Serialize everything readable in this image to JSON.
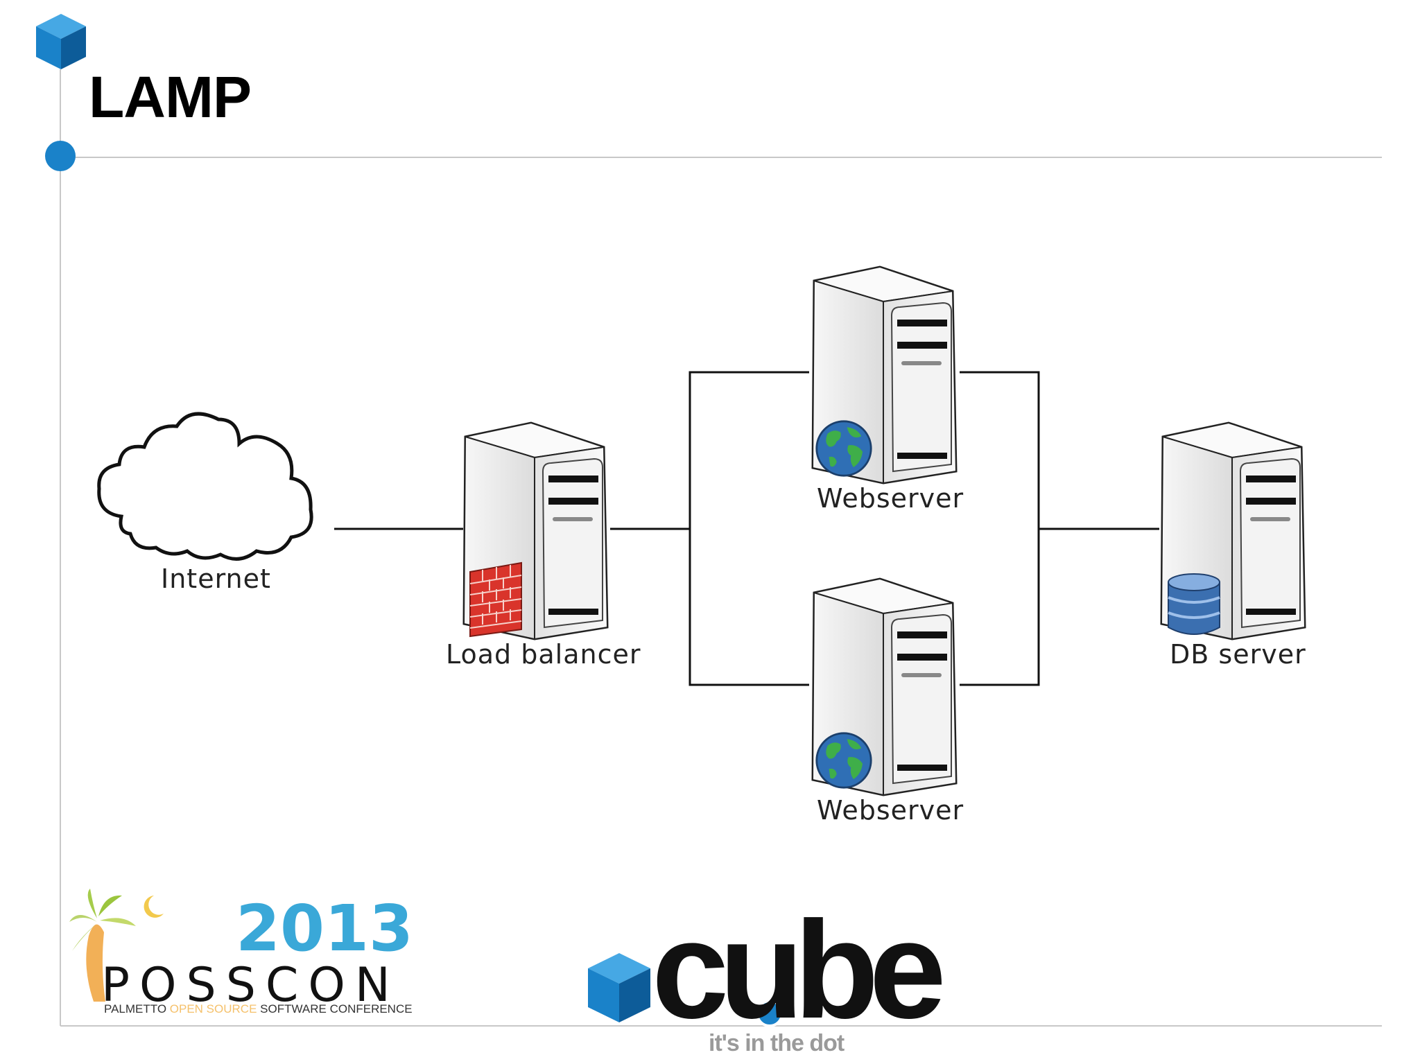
{
  "slide": {
    "title": "LAMP"
  },
  "diagram": {
    "nodes": [
      {
        "id": "internet",
        "label": "Internet",
        "icon": "cloud-icon"
      },
      {
        "id": "load-balancer",
        "label": "Load balancer",
        "icon": "server-firewall-icon"
      },
      {
        "id": "webserver-1",
        "label": "Webserver",
        "icon": "server-globe-icon"
      },
      {
        "id": "webserver-2",
        "label": "Webserver",
        "icon": "server-globe-icon"
      },
      {
        "id": "db-server",
        "label": "DB server",
        "icon": "server-database-icon"
      }
    ],
    "edges": [
      {
        "from": "internet",
        "to": "load-balancer"
      },
      {
        "from": "load-balancer",
        "to": "webserver-1"
      },
      {
        "from": "load-balancer",
        "to": "webserver-2"
      },
      {
        "from": "webserver-1",
        "to": "db-server"
      },
      {
        "from": "webserver-2",
        "to": "db-server"
      }
    ]
  },
  "footer": {
    "posscon": {
      "year": "2013",
      "name": "POSSCON",
      "subtitle_a": "PALMETTO ",
      "subtitle_b": "OPEN SOURCE",
      "subtitle_c": " SOFTWARE CONFERENCE"
    },
    "cube": {
      "word": "cube",
      "tagline": "it's in the dot"
    }
  },
  "colors": {
    "accent_blue": "#1a82c9",
    "rule_gray": "#c8c8c8",
    "posscon_blue": "#3aa8d8",
    "firewall_red": "#d9342b",
    "globe_blue": "#2f6fb5",
    "globe_green": "#3fae49",
    "db_blue": "#3b6fb0"
  }
}
